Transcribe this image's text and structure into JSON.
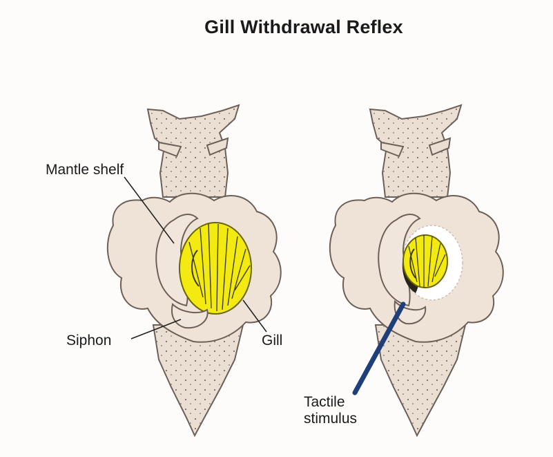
{
  "title": "Gill Withdrawal Reflex",
  "labels": {
    "mantle_shelf": "Mantle shelf",
    "siphon": "Siphon",
    "gill": "Gill",
    "tactile_line1": "Tactile",
    "tactile_line2": "stimulus"
  },
  "colors": {
    "body": "#efe3d8",
    "body_edge": "#6b5f58",
    "head": "#ebdfd4",
    "gill": "#f2ea10",
    "gill_edge": "#6a6400",
    "stimulus": "#1f3f7a"
  }
}
